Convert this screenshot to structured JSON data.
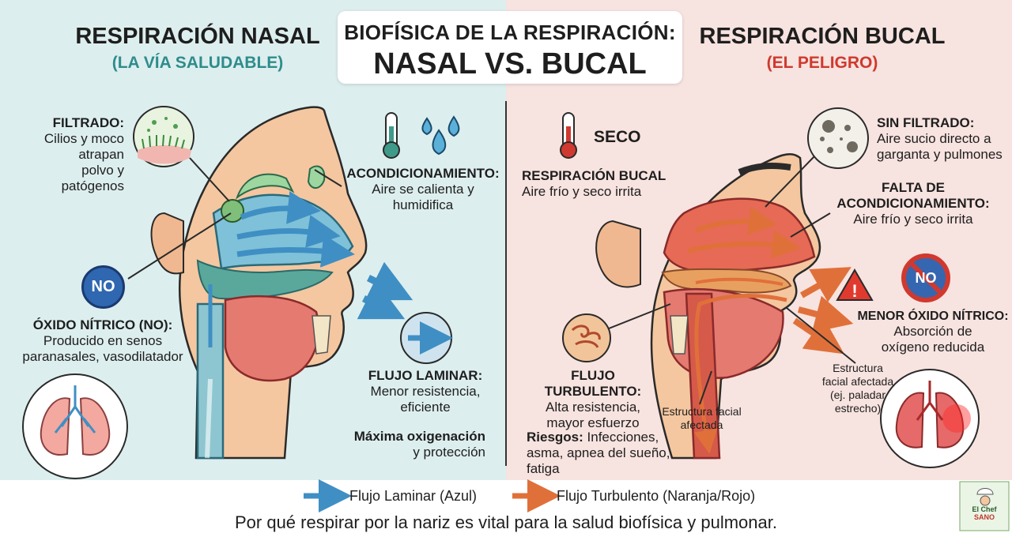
{
  "header": {
    "title_line1": "BIOFÍSICA DE LA RESPIRACIÓN:",
    "title_line2": "NASAL VS. BUCAL"
  },
  "left": {
    "title": "RESPIRACIÓN NASAL",
    "subtitle": "(LA VÍA SALUDABLE)",
    "filtrado": {
      "heading": "FILTRADO:",
      "lines": [
        "Cilios y moco",
        "atrapan",
        "polvo y",
        "patógenos"
      ]
    },
    "acondicionamiento": {
      "heading": "ACONDICIONAMIENTO:",
      "lines": [
        "Aire se calienta y",
        "humidifica"
      ]
    },
    "no_badge": "NO",
    "oxido": {
      "heading": "ÓXIDO NÍTRICO (NO):",
      "lines": [
        "Producido en senos",
        "paranasales, vasodilatador"
      ]
    },
    "flujo_laminar": {
      "heading": "FLUJO LAMINAR:",
      "lines": [
        "Menor resistencia,",
        "eficiente"
      ]
    },
    "maxima": {
      "heading": "Máxima oxigenación",
      "line": "y protección"
    }
  },
  "right": {
    "title": "RESPIRACIÓN BUCAL",
    "subtitle": "(EL PELIGRO)",
    "seco": "SECO",
    "resp_bucal": {
      "heading": "RESPIRACIÓN BUCAL",
      "line": "Aire frío y seco irrita"
    },
    "sin_filtrado": {
      "heading": "SIN FILTRADO:",
      "lines": [
        "Aire sucio directo a",
        "garganta y pulmones"
      ]
    },
    "falta": {
      "heading_1": "FALTA DE",
      "heading_2": "ACONDICIONAMIENTO:",
      "line": "Aire frío y seco irrita"
    },
    "menor_no": {
      "heading": "MENOR ÓXIDO NÍTRICO:",
      "lines": [
        "Absorción de",
        "oxígeno reducida"
      ]
    },
    "no_badge": "NO",
    "flujo_turbulento": {
      "heading": "FLUJO TURBULENTO:",
      "lines": [
        "Alta resistencia,",
        "mayor esfuerzo"
      ]
    },
    "estructura_1": {
      "lines": [
        "Estructura facial",
        "afectada"
      ]
    },
    "estructura_2": {
      "lines": [
        "Estructura",
        "facial afectada",
        "(ej. paladar",
        "estrecho)"
      ]
    },
    "riesgos": {
      "heading": "Riesgos:",
      "text_1": " Infecciones,",
      "line_2": "asma, apnea del sueño,",
      "line_3": "fatiga"
    }
  },
  "legend": {
    "laminar": "Flujo Laminar (Azul)",
    "turbulento": "Flujo Turbulento (Naranja/Rojo)"
  },
  "footer": "Por qué respirar por la nariz es vital para la salud biofísica y pulmonar.",
  "logo": {
    "line1": "El Chef",
    "line2": "SANO"
  },
  "colors": {
    "left_bg": "#ddeeee",
    "right_bg": "#f7e3df",
    "laminar_blue": "#3f8fc4",
    "turbulent_orange": "#e0703a",
    "healthy_teal": "#2f8c8c",
    "danger_red": "#d0392f"
  }
}
